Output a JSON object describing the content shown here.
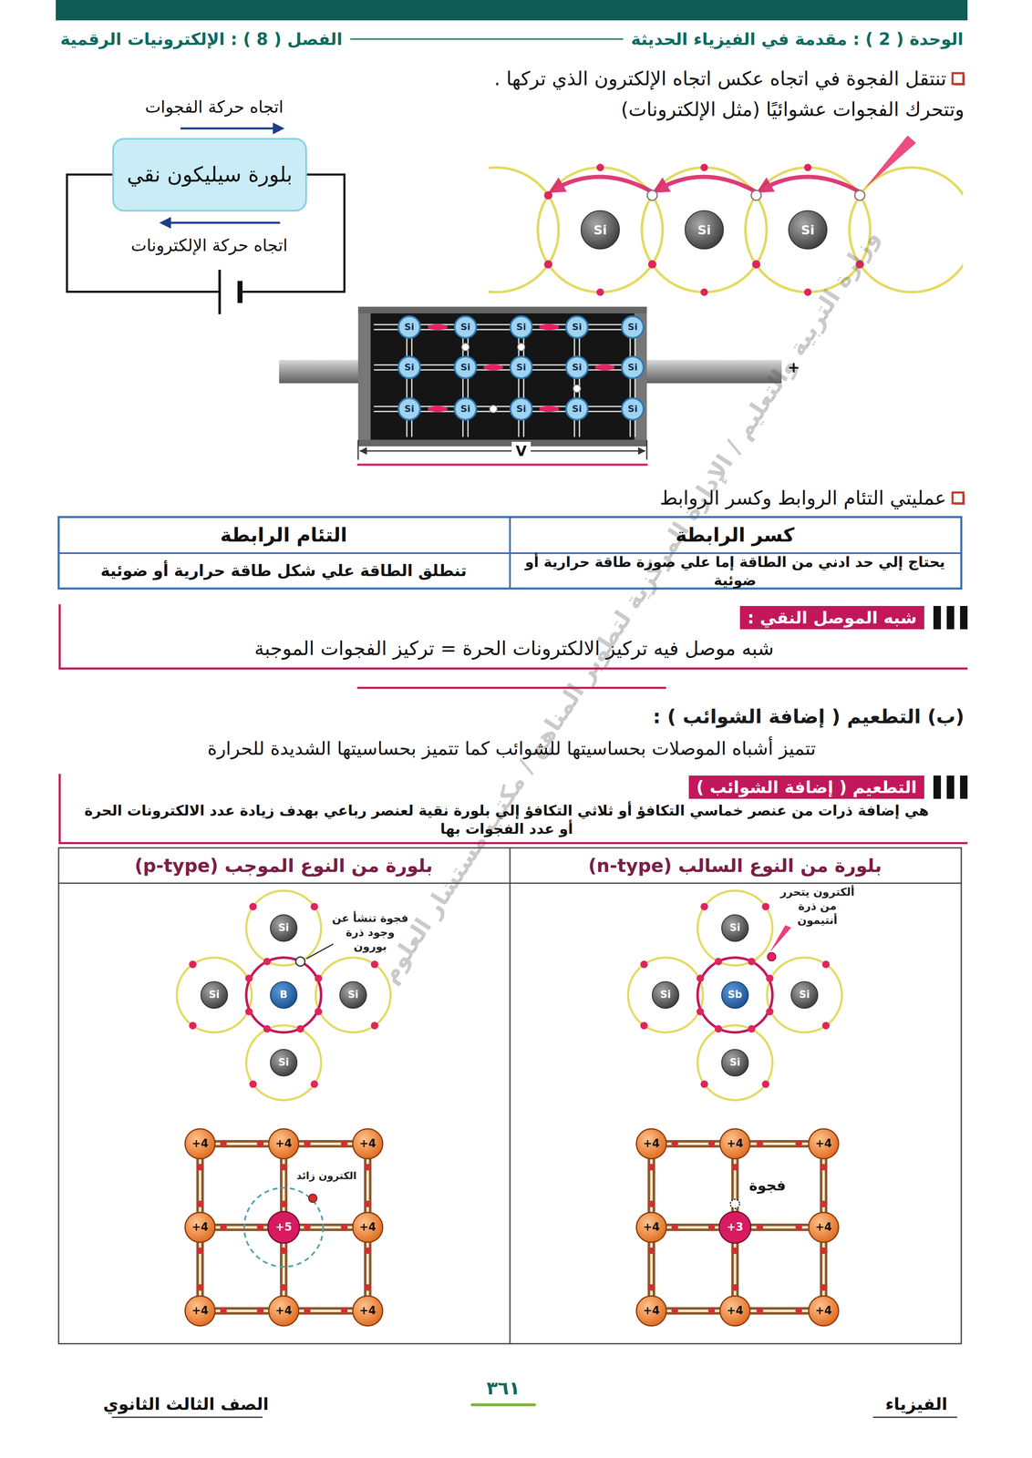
{
  "diagram": {
    "nodes": [
      {
        "text": [
          "بلورة سيليكون نقي"
        ]
      },
      {
        "text": [
          "شبه الموصل النقي :",
          "شبه موصل فيه تركيز الالكترونات الحرة = تركيز الفجوات الموجبة"
        ]
      },
      {
        "text": [
          "التطعيم ( إضافة الشوائب )",
          "هي إضافة ذرات من عنصر خماسي التكافؤ أو ثلاثي التكافؤ إلي بلورة نقية لعنصر رباعي بهدف زيادة عدد الالكترونات الحرة أو عدد الفجوات بها"
        ]
      }
    ],
    "labels": [
      "الوحدة ( 2 ) : مقدمة في الفيزياء الحديثة",
      "الفصل ( 8 ) : الإلكترونيات الرقمية",
      "تنتقل الفجوة في اتجاه عكس اتجاه الإلكترون الذي تركها .",
      "وتتحرك الفجوات عشوائيًا (مثل الإلكترونات)",
      "اتجاه حركة الفجوات",
      "اتجاه حركة الإلكترونات",
      "Si",
      "Si",
      "Si",
      "Si",
      "Si",
      "Si",
      "Si",
      "Si",
      "Si",
      "Si",
      "Si",
      "Si",
      "Si",
      "Si",
      "Si",
      "Si",
      "Si",
      "Si",
      "V",
      "+",
      "عمليتي التئام الروابط وكسر الروابط",
      "كسر الرابطة",
      "التئام الرابطة",
      "يحتاج إلي حد ادني من الطاقة إما علي صورة طاقة حرارية أو ضوئية",
      "تنطلق الطاقة علي شكل طاقة حرارية أو ضوئية",
      "(ب) التطعيم ( إضافة الشوائب ) :",
      "تتميز أشباه الموصلات بحساسيتها للشوائب كما تتميز بحساسيتها الشديدة للحرارة",
      "بلورة من النوع السالب (n-type)",
      "بلورة من النوع الموجب (p-type)",
      "ألكترون يتحرر من ذرة أنتيمون",
      "Si",
      "Si",
      "Sb",
      "Si",
      "Si",
      "+4",
      "+4",
      "+4",
      "+4",
      "+4",
      "+4",
      "+4",
      "+4",
      "+3",
      "فجوة",
      "فجوة تنشأ عن وجود ذرة بورون",
      "Si",
      "Si",
      "B",
      "Si",
      "Si",
      "+4",
      "+4",
      "+4",
      "+4",
      "+4",
      "+4",
      "+4",
      "+4",
      "+5",
      "الكترون زائد",
      "الفيزياء",
      "٣٦١",
      "الصف الثالث الثانوي",
      "وزارة التربية والتعليم / الإدارة المركزية لتطوير المناهج / مكتب مستشار العلوم"
    ]
  }
}
